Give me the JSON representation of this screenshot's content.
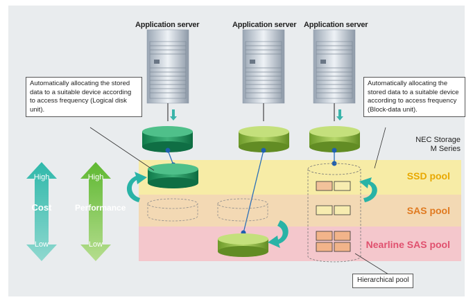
{
  "servers": [
    {
      "label": "Application server"
    },
    {
      "label": "Application server"
    },
    {
      "label": "Application server"
    }
  ],
  "callout_left": "Automatically allocating the stored data to a suitable device according to access frequency (Logical disk unit).",
  "callout_right": "Automatically allocating the stored data to a suitable device according to access frequency (Block-data unit).",
  "storage_label": {
    "line1": "NEC Storage",
    "line2": "M Series"
  },
  "pools": {
    "ssd": "SSD pool",
    "sas": "SAS pool",
    "nearline": "Nearline SAS pool"
  },
  "cost": {
    "label": "Cost",
    "high": "High",
    "low": "Low"
  },
  "performance": {
    "label": "Performance",
    "high": "High",
    "low": "Low"
  },
  "hierarchical_pool": "Hierarchical pool",
  "colors": {
    "ssd_band": "#f7eca6",
    "sas_band": "#f3d9b4",
    "nearline_band": "#f4c7cc",
    "ssd_text": "#e8a800",
    "sas_text": "#e07a20",
    "nearline_text": "#e0506e",
    "teal": "#3ab4aa",
    "green": "#7cc043",
    "background": "#e9ecee"
  }
}
